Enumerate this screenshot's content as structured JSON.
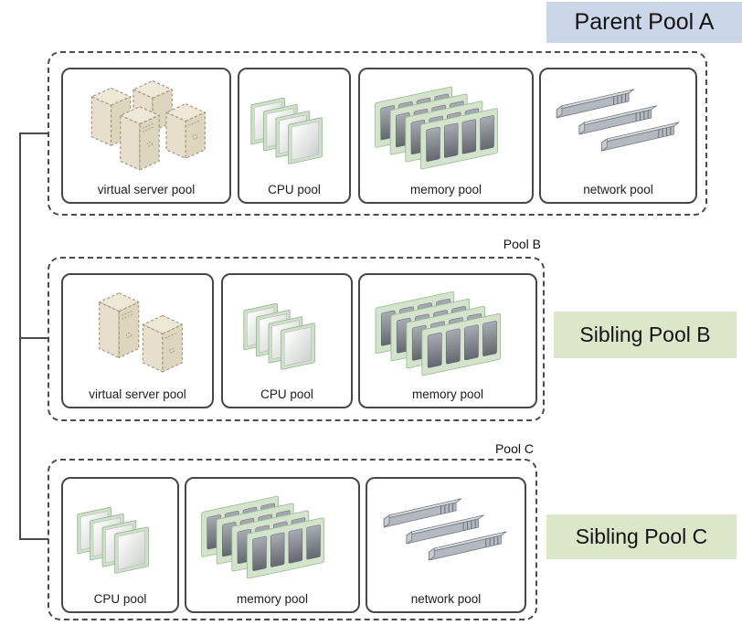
{
  "labels": {
    "parent_a": "Parent Pool A",
    "sibling_b": "Sibling Pool B",
    "sibling_c": "Sibling Pool C"
  },
  "pool_a": {
    "items": [
      {
        "label": "virtual server pool",
        "icon": "virtual-server-pool-icon"
      },
      {
        "label": "CPU pool",
        "icon": "cpu-pool-icon"
      },
      {
        "label": "memory pool",
        "icon": "memory-pool-icon"
      },
      {
        "label": "network pool",
        "icon": "network-pool-icon"
      }
    ]
  },
  "pool_b": {
    "tag": "Pool B",
    "items": [
      {
        "label": "virtual server pool",
        "icon": "virtual-server-pool-icon"
      },
      {
        "label": "CPU pool",
        "icon": "cpu-pool-icon"
      },
      {
        "label": "memory pool",
        "icon": "memory-pool-icon"
      }
    ]
  },
  "pool_c": {
    "tag": "Pool C",
    "items": [
      {
        "label": "CPU pool",
        "icon": "cpu-pool-icon"
      },
      {
        "label": "memory pool",
        "icon": "memory-pool-icon"
      },
      {
        "label": "network pool",
        "icon": "network-pool-icon"
      }
    ]
  },
  "colors": {
    "parent_label_bg": "#ccd6e9",
    "sibling_label_bg": "#dce7ca",
    "outline": "#4b4b4b",
    "server_tan": "#e7dfcb",
    "panel_green_frame": "#cfe0ca",
    "chip_gray": "#7d828a",
    "network_gray": "#b4b8bf"
  }
}
